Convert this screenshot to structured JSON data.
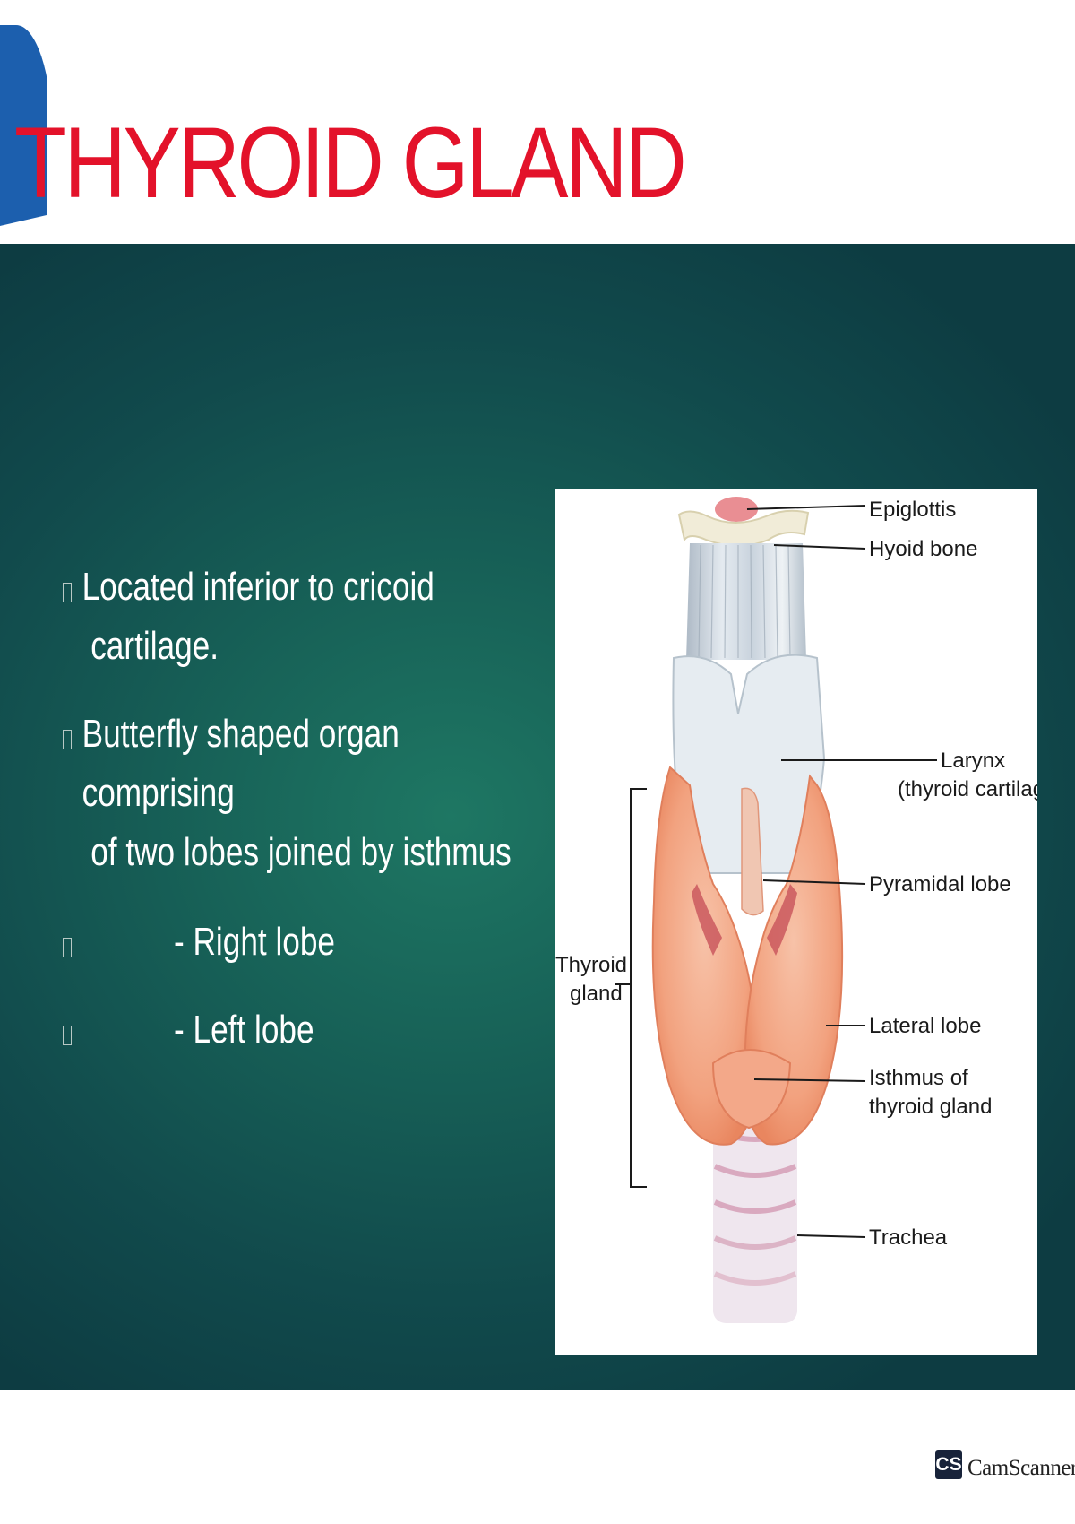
{
  "slide": {
    "title": "THYROID GLAND"
  },
  "bullets": [
    {
      "line1": "Located inferior to cricoid",
      "line2": "cartilage."
    },
    {
      "line1": "Butterfly shaped organ comprising",
      "line2": "of two lobes joined by isthmus"
    },
    {
      "line1": "- Right lobe"
    },
    {
      "line1": "- Left lobe"
    }
  ],
  "figure": {
    "labels": {
      "epiglottis": "Epiglottis",
      "hyoid_bone": "Hyoid bone",
      "larynx": "Larynx",
      "thyroid_cartilage": "(thyroid cartilage)",
      "pyramidal_lobe": "Pyramidal lobe",
      "thyroid": "Thyroid",
      "gland": "gland",
      "lateral_lobe": "Lateral lobe",
      "isthmus_1": "Isthmus of",
      "isthmus_2": "thyroid gland",
      "trachea": "Trachea"
    }
  },
  "watermark": {
    "logo": "CS",
    "text": "CamScanner"
  },
  "colors": {
    "title": "#e3122a",
    "accent": "#1c5fae",
    "panel": "#176157"
  }
}
